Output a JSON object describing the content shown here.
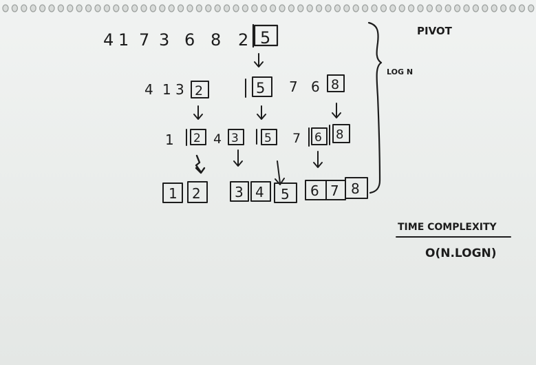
{
  "row1": [
    "4",
    "1",
    "7",
    "3",
    "6",
    "8",
    "2",
    "5"
  ],
  "row2_left": [
    "4",
    "1",
    "3",
    "2"
  ],
  "row2_right": [
    "5",
    "7",
    "6",
    "8"
  ],
  "row3": [
    "1",
    "2",
    "4",
    "3",
    "5",
    "7",
    "6",
    "8"
  ],
  "row4": [
    "1",
    "2",
    "3",
    "4",
    "5",
    "6",
    "7",
    "8"
  ],
  "labels": {
    "pivot": "PIVOT",
    "log_n": "LOG N",
    "time_complexity": "TIME COMPLEXITY",
    "big_o": "O(N.LOGN)"
  },
  "colors": {
    "ink": "#1c1c1c",
    "paper": "#eceeec"
  }
}
